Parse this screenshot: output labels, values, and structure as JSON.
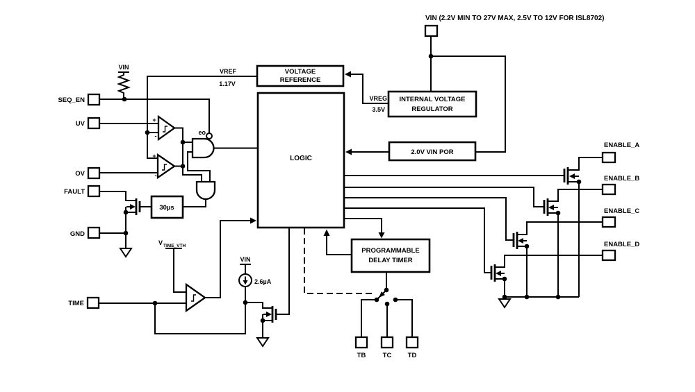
{
  "colors": {
    "ink": "#000000",
    "paper": "#ffffff"
  },
  "top_note": "VIN (2.2V MIN TO 27V MAX, 2.5V TO 12V FOR ISL8702)",
  "pins": {
    "left": [
      {
        "label": "SEQ_EN"
      },
      {
        "label": "UV"
      },
      {
        "label": "OV"
      },
      {
        "label": "FAULT"
      },
      {
        "label": "GND"
      },
      {
        "label": "TIME"
      }
    ],
    "right": [
      {
        "label": "ENABLE_A"
      },
      {
        "label": "ENABLE_B"
      },
      {
        "label": "ENABLE_C"
      },
      {
        "label": "ENABLE_D"
      }
    ],
    "bottom": [
      {
        "label": "TB"
      },
      {
        "label": "TC"
      },
      {
        "label": "TD"
      }
    ]
  },
  "blocks": {
    "voltage_reference": {
      "line1": "VOLTAGE",
      "line2": "REFERENCE"
    },
    "logic": {
      "label": "LOGIC"
    },
    "internal_regulator": {
      "line1": "INTERNAL VOLTAGE",
      "line2": "REGULATOR"
    },
    "por": {
      "label": "2.0V VIN POR"
    },
    "delay_timer": {
      "line1": "PROGRAMMABLE",
      "line2": "DELAY TIMER"
    },
    "delay_30us": {
      "label": "30µs"
    }
  },
  "nets": {
    "vref": "VREF",
    "vref_value": "1.17V",
    "vreg": "VREG",
    "vreg_value": "3.5V",
    "vin_pullup": "VIN",
    "vin_current_source": "VIN",
    "current_value": "2.6µA",
    "eo": "eo",
    "time_threshold_base": "V",
    "time_threshold_sub": "TIME_VTH",
    "plus": "+",
    "minus": "-"
  }
}
